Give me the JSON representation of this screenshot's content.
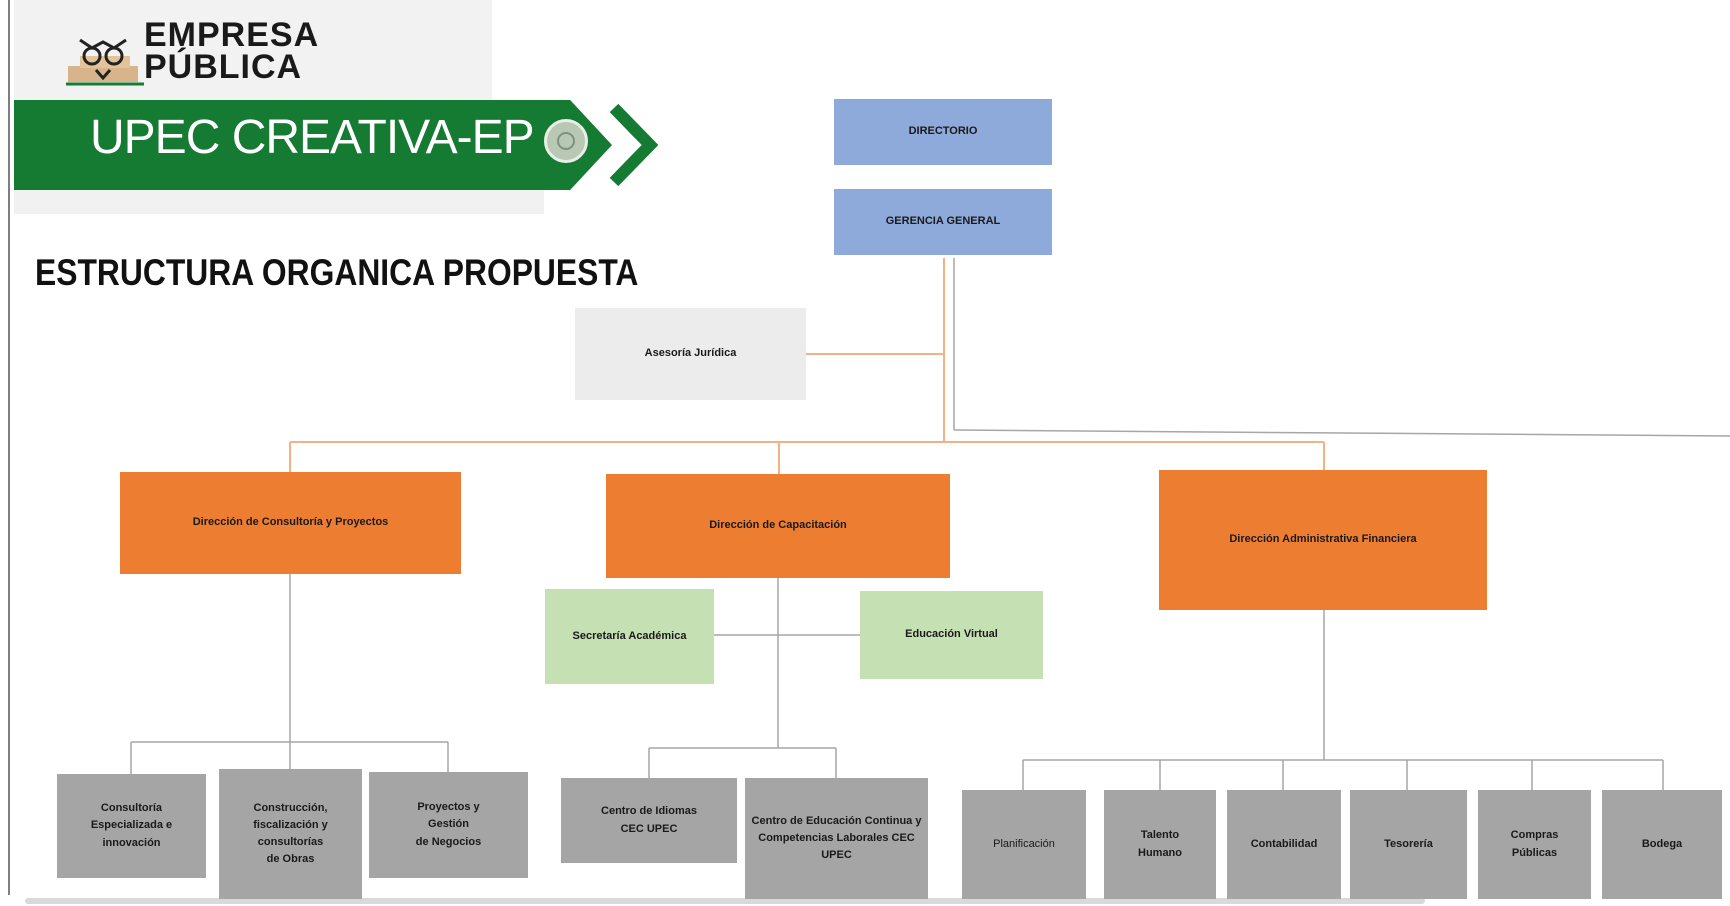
{
  "header": {
    "logo_line1": "EMPRESA",
    "logo_line2": "PÚBLICA",
    "banner_title": "UPEC CREATIVA-EP"
  },
  "page_title": "ESTRUCTURA ORGANICA PROPUESTA",
  "org": {
    "directorio": "DIRECTORIO",
    "gerencia": "GERENCIA GENERAL",
    "asesoria": "Asesoría Jurídica",
    "dir_consultoria": "Dirección de Consultoría y Proyectos",
    "dir_capacitacion": "Dirección de Capacitación",
    "dir_administrativa": "Dirección Administrativa Financiera",
    "secretaria": "Secretaría Académica",
    "educacion_virtual": "Educación Virtual",
    "consultoria_items": [
      "Consultoría\nEspecializada e\ninnovación",
      "Construcción,\nfiscalización  y consultorías\nde Obras",
      "Proyectos y\nGestión\nde Negocios"
    ],
    "capacitacion_items": [
      "Centro de Idiomas\nCEC UPEC",
      "Centro de Educación Continua y\nCompetencias Laborales  CEC UPEC"
    ],
    "administrativa_items": [
      "Planificación",
      "Talento\nHumano",
      "Contabilidad",
      "Tesorería",
      "Compras\nPúblicas",
      "Bodega"
    ]
  },
  "colors": {
    "brand_green": "#157a32",
    "blue_box": "#8eaadb",
    "orange_box": "#ed7d31",
    "green_box": "#c5e0b3",
    "grey_box": "#a5a5a5",
    "orange_line": "#f4b183",
    "grey_line": "#a6a6a6"
  }
}
